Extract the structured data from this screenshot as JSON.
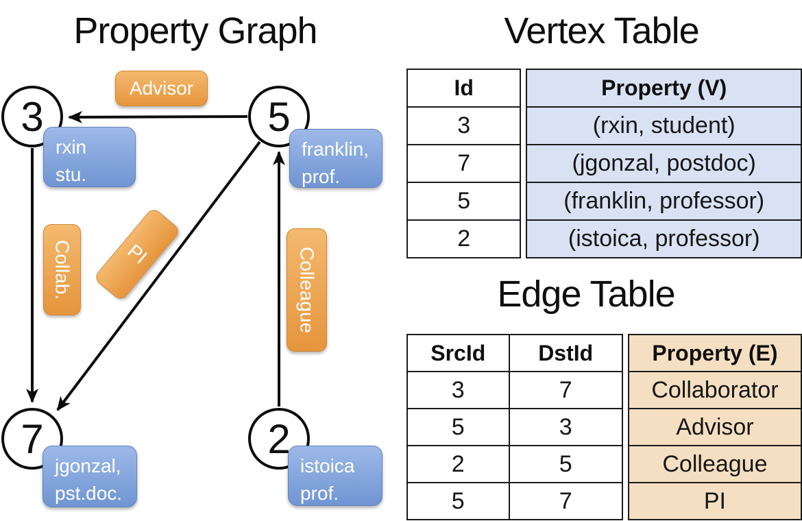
{
  "graph": {
    "title": "Property Graph",
    "nodes": [
      {
        "id": "3",
        "line1": "rxin",
        "line2": "stu."
      },
      {
        "id": "5",
        "line1": "franklin,",
        "line2": "prof."
      },
      {
        "id": "7",
        "line1": "jgonzal,",
        "line2": "pst.doc."
      },
      {
        "id": "2",
        "line1": "istoica",
        "line2": "prof."
      }
    ],
    "edges": [
      {
        "label": "Advisor"
      },
      {
        "label": "Collab."
      },
      {
        "label": "PI"
      },
      {
        "label": "Colleague"
      }
    ]
  },
  "vertex_table": {
    "title": "Vertex Table",
    "headers": {
      "id": "Id",
      "property": "Property (V)"
    },
    "rows": [
      {
        "id": "3",
        "property": "(rxin, student)"
      },
      {
        "id": "7",
        "property": "(jgonzal, postdoc)"
      },
      {
        "id": "5",
        "property": "(franklin, professor)"
      },
      {
        "id": "2",
        "property": "(istoica, professor)"
      }
    ]
  },
  "edge_table": {
    "title": "Edge Table",
    "headers": {
      "src": "SrcId",
      "dst": "DstId",
      "property": "Property (E)"
    },
    "rows": [
      {
        "src": "3",
        "dst": "7",
        "property": "Collaborator"
      },
      {
        "src": "5",
        "dst": "3",
        "property": "Advisor"
      },
      {
        "src": "2",
        "dst": "5",
        "property": "Colleague"
      },
      {
        "src": "5",
        "dst": "7",
        "property": "PI"
      }
    ]
  },
  "colors": {
    "edge_label_top": "#F4B96F",
    "edge_label_bottom": "#E6953C",
    "vertex_label_top": "#9DB9E8",
    "vertex_label_bottom": "#7095D3",
    "vertex_property_cell": "#D9E2F3",
    "edge_property_cell": "#F5DFC2",
    "line": "#0d0d0d"
  }
}
